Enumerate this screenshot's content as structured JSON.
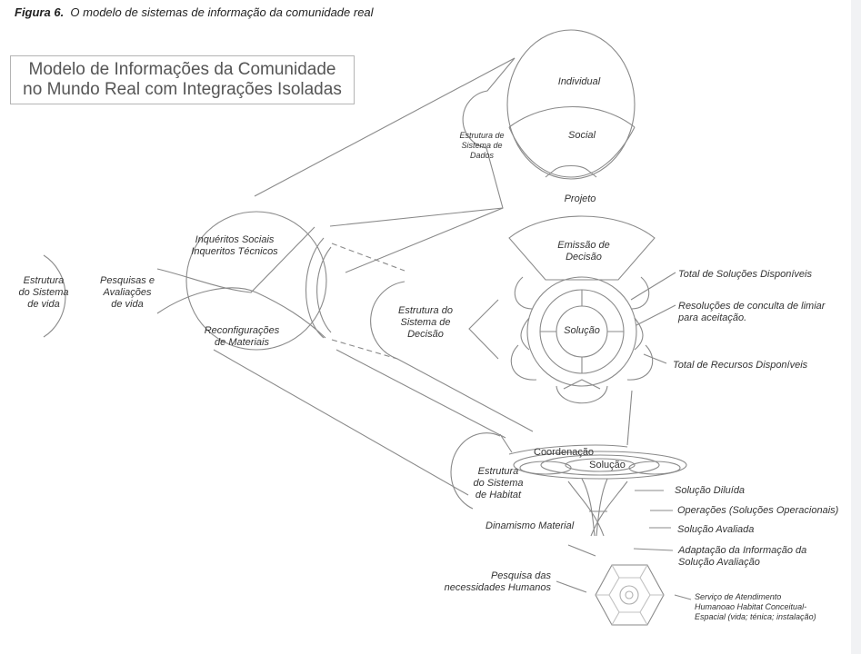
{
  "caption": {
    "figure_label": "Figura 6.",
    "text": "O modelo de sistemas de informação da comunidade real"
  },
  "title_box": {
    "line1": "Modelo de Informações da Comunidade",
    "line2": "no Mundo Real com Integrações Isoladas"
  },
  "nodes": {
    "life_system": [
      "Estrutura",
      "do Sistema",
      "de vida"
    ],
    "research": [
      "Pesquisas e",
      "Avaliações",
      "de vida"
    ],
    "inquiries": [
      "Inquéritos Sociais",
      "Inqueritos Técnicos"
    ],
    "reconfig": [
      "Reconfigurações",
      "de Materiais"
    ],
    "data_system": [
      "Estrutura de",
      "Sistema de",
      "Dados"
    ],
    "individual": "Individual",
    "social": "Social",
    "project": "Projeto",
    "emission": [
      "Emissão de",
      "Decisão"
    ],
    "decision_system": [
      "Estrutura do",
      "Sistema de",
      "Decisão"
    ],
    "solution_center": "Solução",
    "habitat_system": [
      "Estrutura",
      "do Sistema",
      "de Habitat"
    ],
    "coordination": "Coordenação",
    "solution_habitat": "Solução",
    "material_dynamism": "Dinamismo Material",
    "human_needs": [
      "Pesquisa das",
      "necessidades Humanos"
    ]
  },
  "annotations": {
    "total_solutions": "Total de Soluções Disponíveis",
    "threshold": [
      "Resoluções de conculta de limiar",
      "para aceitação."
    ],
    "total_resources": "Total de Recursos Disponíveis",
    "diluted": "Solução Diluída",
    "operations": "Operações (Soluções Operacionais)",
    "evaluated": "Solução Avaliada",
    "adaptation": [
      "Adaptação da Informação da",
      "Solução Avaliação"
    ],
    "service": [
      "Serviço de Atendimento",
      "Humanoao Habitat Conceitual-",
      "Espacial (vida; ténica; instalação)"
    ]
  },
  "colors": {
    "stroke": "#8a8a8a",
    "text": "#333333",
    "strip": "#f1f2f4"
  }
}
